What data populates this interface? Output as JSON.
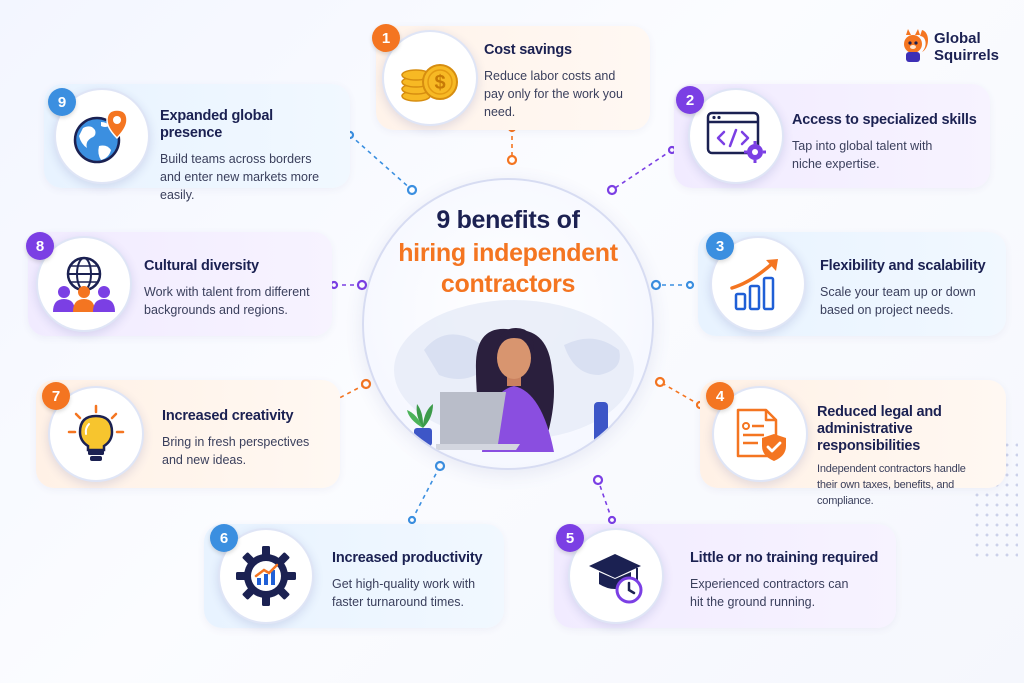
{
  "brand": {
    "name_line1": "Global",
    "name_line2": "Squirrels"
  },
  "center": {
    "title_line1": "9 benefits of",
    "title_line2": "hiring independent",
    "title_line3": "contractors"
  },
  "colors": {
    "orange": "#f47521",
    "purple": "#7b3fe4",
    "blue": "#3b8fe0",
    "navy": "#1b2152",
    "yellow": "#f7b924"
  },
  "benefits": [
    {
      "number": "1",
      "title": "Cost savings",
      "desc1": "Reduce labor costs and",
      "desc2": "pay only for the work you need.",
      "icon": "coins-dollar-icon"
    },
    {
      "number": "2",
      "title": "Access to specialized skills",
      "desc1": "Tap into global talent with",
      "desc2": "niche expertise.",
      "icon": "code-window-gear-icon"
    },
    {
      "number": "3",
      "title": "Flexibility and scalability",
      "desc1": "Scale your team up or down",
      "desc2": "based on project needs.",
      "icon": "growth-chart-icon"
    },
    {
      "number": "4",
      "title1": "Reduced legal and",
      "title2": "administrative responsibilities",
      "desc1": "Independent contractors handle",
      "desc2": "their own taxes, benefits, and compliance.",
      "icon": "document-shield-icon"
    },
    {
      "number": "5",
      "title": "Little or no training required",
      "desc1": "Experienced contractors can",
      "desc2": "hit the ground running.",
      "icon": "graduation-cap-clock-icon"
    },
    {
      "number": "6",
      "title": "Increased productivity",
      "desc1": "Get high-quality work with",
      "desc2": "faster turnaround times.",
      "icon": "gear-chart-icon"
    },
    {
      "number": "7",
      "title": "Increased creativity",
      "desc1": "Bring in fresh perspectives",
      "desc2": "and new ideas.",
      "icon": "lightbulb-icon"
    },
    {
      "number": "8",
      "title": "Cultural diversity",
      "desc1": "Work with talent from different",
      "desc2": "backgrounds and regions.",
      "icon": "globe-people-icon"
    },
    {
      "number": "9",
      "title": "Expanded global presence",
      "desc1": "Build teams across borders",
      "desc2": "and enter new markets more easily.",
      "icon": "globe-pin-icon"
    }
  ]
}
